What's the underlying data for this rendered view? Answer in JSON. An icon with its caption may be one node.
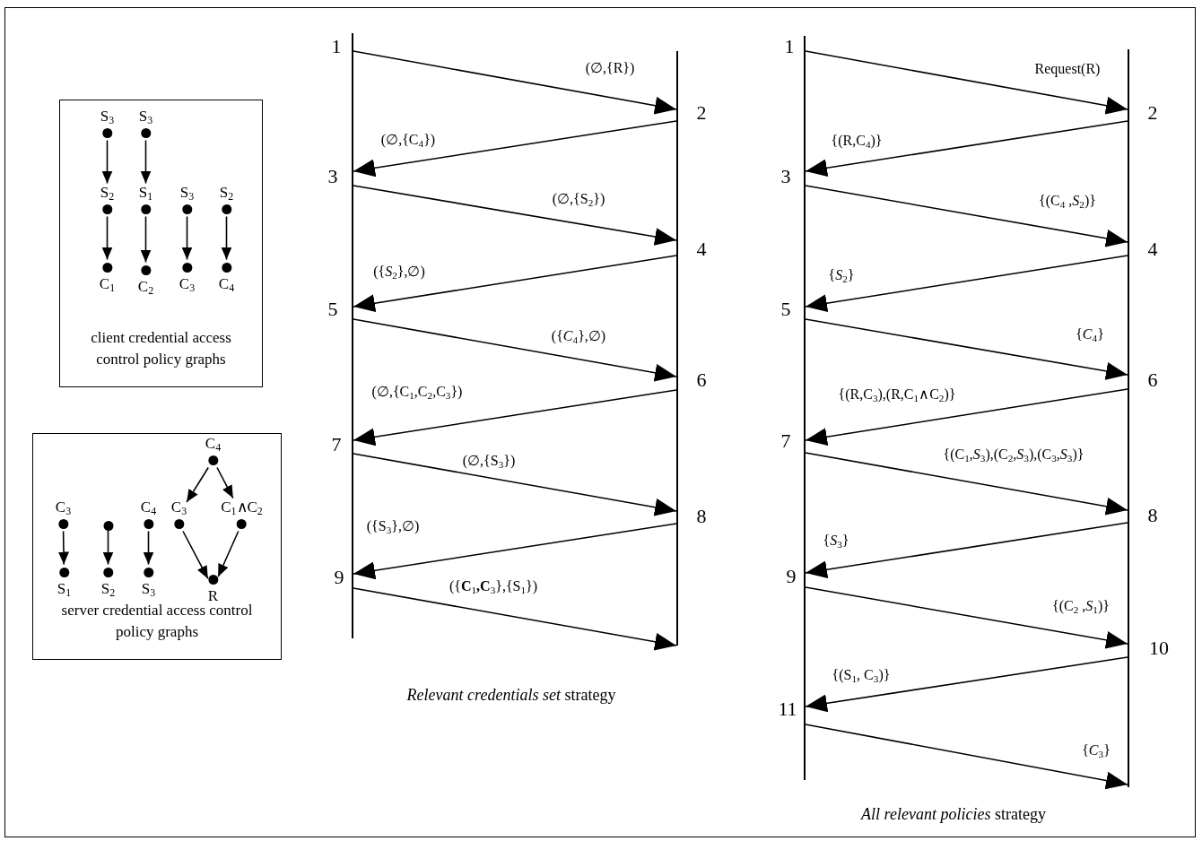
{
  "diagram": {
    "nodes": [
      {
        "text": [
          "client credential access control policy graphs"
        ]
      },
      {
        "text": [
          "S$_{3}$"
        ],
        "in": 0
      },
      {
        "text": [
          "S$_{3}$"
        ],
        "in": 0
      },
      {
        "text": [
          "S$_{2}$"
        ],
        "in": 0
      },
      {
        "text": [
          "S$_{1}$"
        ],
        "in": 0
      },
      {
        "text": [
          "S$_{3}$"
        ],
        "in": 0
      },
      {
        "text": [
          "S$_{2}$"
        ],
        "in": 0
      },
      {
        "text": [
          "C$_{1}$"
        ],
        "in": 0
      },
      {
        "text": [
          "C$_{2}$"
        ],
        "in": 0
      },
      {
        "text": [
          "C$_{3}$"
        ],
        "in": 0
      },
      {
        "text": [
          "C$_{4}$"
        ],
        "in": 0
      },
      {
        "text": [
          "server credential access control policy graphs"
        ]
      },
      {
        "text": [
          "C$_{4}$"
        ],
        "in": 11
      },
      {
        "text": [
          "C$_{3}$"
        ],
        "in": 11
      },
      {
        "text": [],
        "shape": "circle",
        "in": 11
      },
      {
        "text": [
          "C$_{4}$"
        ],
        "in": 11
      },
      {
        "text": [
          "C$_{3}$"
        ],
        "in": 11
      },
      {
        "text": [
          "C$_{1}$∧C$_{2}$"
        ],
        "in": 11
      },
      {
        "text": [
          "S$_{1}$"
        ],
        "in": 11
      },
      {
        "text": [
          "S$_{2}$"
        ],
        "in": 11
      },
      {
        "text": [
          "S$_{3}$"
        ],
        "in": 11
      },
      {
        "text": [
          "R"
        ],
        "in": 11
      },
      {
        "text": [],
        "shape": "bar"
      },
      {
        "text": [],
        "shape": "bar"
      },
      {
        "text": [],
        "shape": "bar"
      },
      {
        "text": [],
        "shape": "bar"
      }
    ],
    "edges": [
      {
        "from": 1,
        "to": 3,
        "arrow": "to"
      },
      {
        "from": 2,
        "to": 4,
        "arrow": "to"
      },
      {
        "from": 3,
        "to": 7,
        "arrow": "to"
      },
      {
        "from": 4,
        "to": 8,
        "arrow": "to"
      },
      {
        "from": 5,
        "to": 9,
        "arrow": "to"
      },
      {
        "from": 6,
        "to": 10,
        "arrow": "to"
      },
      {
        "from": 12,
        "to": 16,
        "arrow": "to"
      },
      {
        "from": 12,
        "to": 17,
        "arrow": "to"
      },
      {
        "from": 13,
        "to": 18,
        "arrow": "to"
      },
      {
        "from": 14,
        "to": 19,
        "arrow": "to"
      },
      {
        "from": 15,
        "to": 20,
        "arrow": "to"
      },
      {
        "from": 16,
        "to": 21,
        "arrow": "to"
      },
      {
        "from": 17,
        "to": 21,
        "arrow": "to"
      },
      {
        "from": 22,
        "to": 23,
        "arrow": "to",
        "label": "(∅,{R})"
      },
      {
        "from": 23,
        "to": 22,
        "arrow": "to",
        "label": "(∅,{C$_{4}$})"
      },
      {
        "from": 22,
        "to": 23,
        "arrow": "to",
        "label": "(∅,{S$_{2}$})"
      },
      {
        "from": 23,
        "to": 22,
        "arrow": "to",
        "label": "({*S*$_{2}$},∅)"
      },
      {
        "from": 22,
        "to": 23,
        "arrow": "to",
        "label": "({*C*$_{4}$},∅)"
      },
      {
        "from": 23,
        "to": 22,
        "arrow": "to",
        "label": "(∅,{C$_{1}$,C$_{2}$,C$_{3}$})"
      },
      {
        "from": 22,
        "to": 23,
        "arrow": "to",
        "label": "(∅,{S$_{3}$})"
      },
      {
        "from": 23,
        "to": 22,
        "arrow": "to",
        "label": "({S$_{3}$},∅)"
      },
      {
        "from": 22,
        "to": 23,
        "arrow": "to",
        "label": "({**C**$_{1}$**,C**$_{3}$},{S$_{1}$})"
      },
      {
        "from": 24,
        "to": 25,
        "arrow": "to",
        "label": "Request(R)"
      },
      {
        "from": 25,
        "to": 24,
        "arrow": "to",
        "label": "{(R,C$_{4}$)}"
      },
      {
        "from": 24,
        "to": 25,
        "arrow": "to",
        "label": "{(C$_{4}$ ,*S*$_{2}$)}"
      },
      {
        "from": 25,
        "to": 24,
        "arrow": "to",
        "label": "{*S*$_{2}$}"
      },
      {
        "from": 24,
        "to": 25,
        "arrow": "to",
        "label": "{*C*$_{4}$}"
      },
      {
        "from": 25,
        "to": 24,
        "arrow": "to",
        "label": "{(R,C$_{3}$),(R,C$_{1}$∧C$_{2}$)}"
      },
      {
        "from": 24,
        "to": 25,
        "arrow": "to",
        "label": "{(C$_{1}$,*S*$_{3}$),(C$_{2}$,*S*$_{3}$),(C$_{3}$,*S*$_{3}$)}"
      },
      {
        "from": 25,
        "to": 24,
        "arrow": "to",
        "label": "{*S*$_{3}$}"
      },
      {
        "from": 24,
        "to": 25,
        "arrow": "to",
        "label": "{(C$_{2}$ ,*S*$_{1}$)}"
      },
      {
        "from": 25,
        "to": 24,
        "arrow": "to",
        "label": "{(S$_{1}$, C$_{3}$)}"
      },
      {
        "from": 24,
        "to": 25,
        "arrow": "to",
        "label": "{*C*$_{3}$}"
      }
    ],
    "labels": [
      "1",
      "2",
      "3",
      "4",
      "5",
      "6",
      "7",
      "8",
      "9",
      "*Relevant credentials set* strategy",
      "1",
      "2",
      "3",
      "4",
      "5",
      "6",
      "7",
      "8",
      "9",
      "10",
      "11",
      "*All relevant policies* strategy"
    ]
  }
}
